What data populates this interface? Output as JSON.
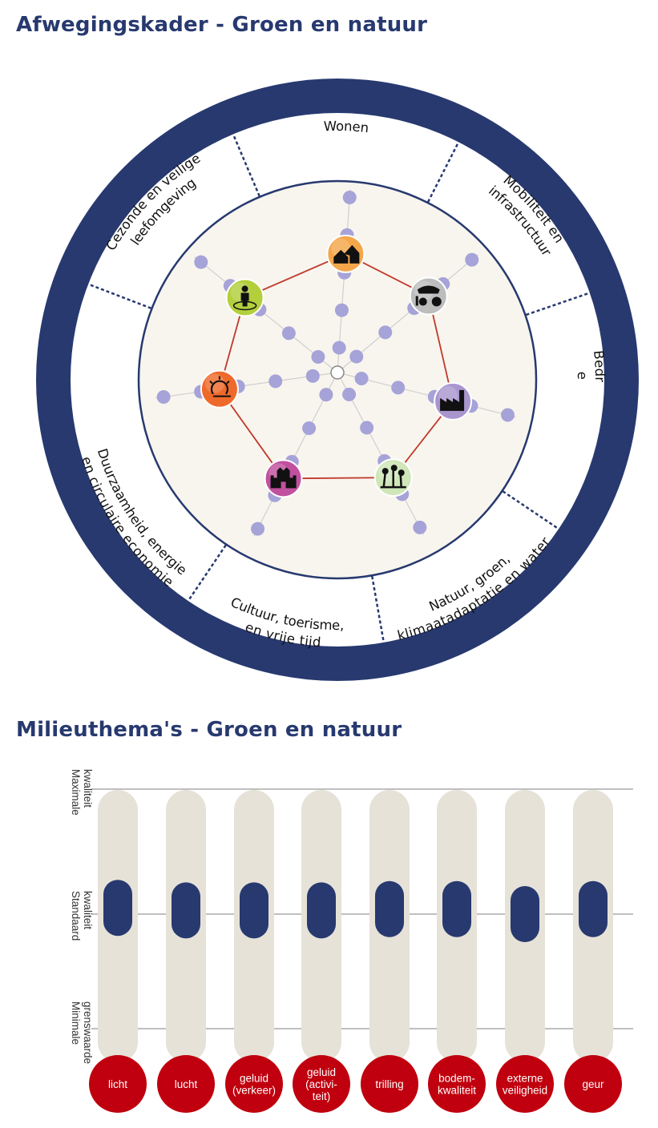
{
  "titles": {
    "wheel": "Afwegingskader - Groen en natuur",
    "bars": "Milieuthema's - Groen en natuur"
  },
  "colors": {
    "navy": "#27396f",
    "cream": "#f8f5ee",
    "dot": "#a6a3d8",
    "link": "#c0392b",
    "track": "#e6e2d8",
    "red": "#c0000e"
  },
  "chart_data": [
    {
      "type": "radar",
      "title": "Afwegingskader - Groen en natuur",
      "segments": [
        {
          "lines": [
            "Wonen"
          ],
          "icon": "houses-icon",
          "color": "#f4a64a",
          "value": 3
        },
        {
          "lines": [
            "Mobiliteit en",
            "infrastructuur"
          ],
          "icon": "mobility-icon",
          "color": "#bdbdbd",
          "value": 3
        },
        {
          "lines": [
            "Bedrijven, werken",
            "en winkelen"
          ],
          "icon": "factory-icon",
          "color": "#a996cf",
          "value": 3
        },
        {
          "lines": [
            "Natuur, groen,",
            "klimaatadaptatie en water"
          ],
          "icon": "plants-icon",
          "color": "#cfe6b9",
          "value": 3
        },
        {
          "lines": [
            "Cultuur, toerisme,",
            "en vrije tijd"
          ],
          "icon": "castle-icon",
          "color": "#c1509f",
          "value": 3
        },
        {
          "lines": [
            "Duurzaamheid, energie",
            "en circulaire economie"
          ],
          "icon": "energy-icon",
          "color": "#ee6a2b",
          "value": 3
        },
        {
          "lines": [
            "Cezonde en veilige",
            "leefomgeving"
          ],
          "icon": "person-icon",
          "color": "#b3cf3c",
          "value": 3
        }
      ],
      "levels": 5
    },
    {
      "type": "bar",
      "title": "Milieuthema's - Groen en natuur",
      "axis_labels": [
        [
          "Maximale",
          "kwaliteit"
        ],
        [
          "Standaard",
          "kwaliteit"
        ],
        [
          "Minimale",
          "grenswaarde"
        ]
      ],
      "categories": [
        [
          "licht"
        ],
        [
          "lucht"
        ],
        [
          "geluid",
          "(verkeer)"
        ],
        [
          "geluid",
          "(activi-",
          "teit)"
        ],
        [
          "trilling"
        ],
        [
          "bodem-",
          "kwaliteit"
        ],
        [
          "externe",
          "veiligheid"
        ],
        [
          "geur"
        ]
      ],
      "values": [
        0.05,
        0.03,
        0.03,
        0.03,
        0.04,
        0.04,
        0.0,
        0.04
      ],
      "value_scale": "0 = Standaard kwaliteit, 1 = Maximale kwaliteit, -1 = Minimale grenswaarde"
    }
  ]
}
